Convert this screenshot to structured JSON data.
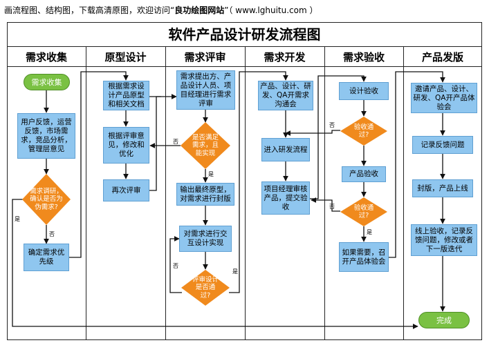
{
  "header": {
    "prefix": "画流程图、结构图，下载高清原图，欢迎访问“",
    "site_name": "良功绘图网站",
    "suffix": "”（ www.lghuitu.com ）"
  },
  "title": "软件产品设计研发流程图",
  "columns": [
    "需求收集",
    "原型设计",
    "需求评审",
    "需求开发",
    "需求验收",
    "产品发版"
  ],
  "col1": {
    "start": "需求收集",
    "box1": "用户反馈，运营反馈，市场需求，竞品分析，管理层意见",
    "decision": "需求调研，确认是否为伪需求?",
    "box2": "确定需求优先级",
    "label_yes": "是",
    "label_no": "否"
  },
  "col2": {
    "box1": "根据需求设计产品原型和相关文档",
    "box2": "根据评审意见，修改和优化",
    "box3": "再次评审"
  },
  "col3": {
    "box1": "需求提出方、产品设计人员、项目经理进行需求评审",
    "decision1": "是否满足需求，且能实现",
    "box2": "输出最终原型，对需求进行封版",
    "box3": "对需求进行交互设计实现",
    "decision2": "评审设计是否通过?",
    "label_no1": "否",
    "label_yes1": "是",
    "label_no2": "否",
    "label_yes2": "是"
  },
  "col4": {
    "box1": "产品、设计、研发、QA开需求沟通会",
    "box2": "进入研发流程",
    "box3": "项目经理审核产品，提交验收"
  },
  "col5": {
    "box1": "设计验收",
    "decision1": "验收通过?",
    "box2": "产品验收",
    "decision2": "验收通过?",
    "box3": "如果需要，召开产品体验会",
    "label_no1": "否",
    "label_no2": "否",
    "label_yes2": "是"
  },
  "col6": {
    "box1": "邀请产品、设计、研发、QA开产品体验会",
    "box2": "记录反馈问题",
    "box3": "封版，产品上线",
    "box4": "线上验收，记录反馈问题，修改或者下一版迭代",
    "end": "完成"
  },
  "colors": {
    "box_fill": "#8fc6ef",
    "start_end": "#7ac143",
    "decision": "#f08a1d",
    "line": "#111111"
  }
}
